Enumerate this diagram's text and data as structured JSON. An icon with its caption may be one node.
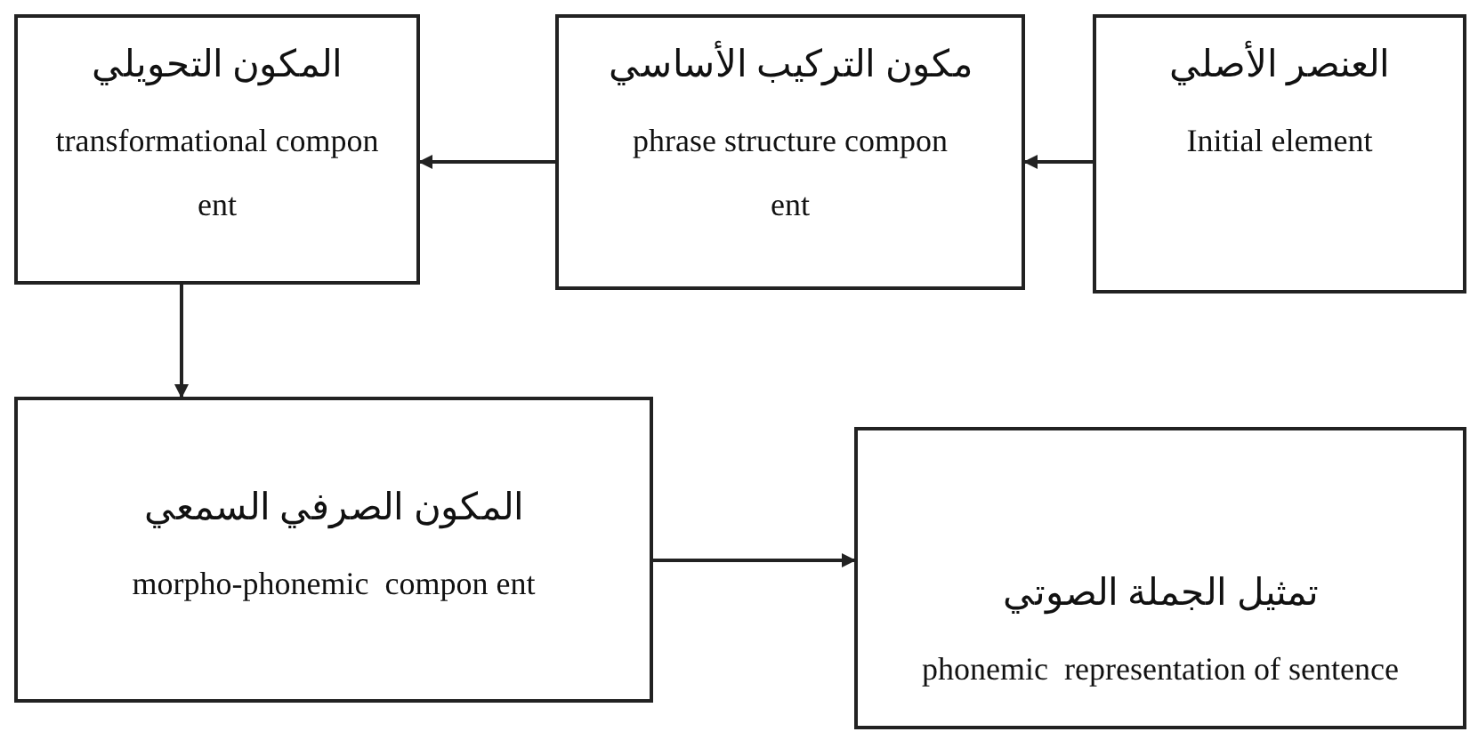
{
  "diagram": {
    "nodes": [
      {
        "text": [
          "العنصر الأصلي",
          "Initial element"
        ]
      },
      {
        "text": [
          "مكون التركيب الأساسي",
          "phrase structure compon ent"
        ]
      },
      {
        "text": [
          "المكون التحويلي",
          "transformational compon ent"
        ]
      },
      {
        "text": [
          "المكون الصرفي السمعي",
          "morpho-phonemic  compon ent"
        ]
      },
      {
        "text": [
          "تمثيل الجملة الصوتي",
          "phonemic  representation of sentence"
        ]
      }
    ],
    "edges": [
      {
        "from": 0,
        "to": 1,
        "arrow": "to"
      },
      {
        "from": 1,
        "to": 2,
        "arrow": "to"
      },
      {
        "from": 2,
        "to": 3,
        "arrow": "to"
      },
      {
        "from": 3,
        "to": 4,
        "arrow": "to"
      }
    ]
  }
}
